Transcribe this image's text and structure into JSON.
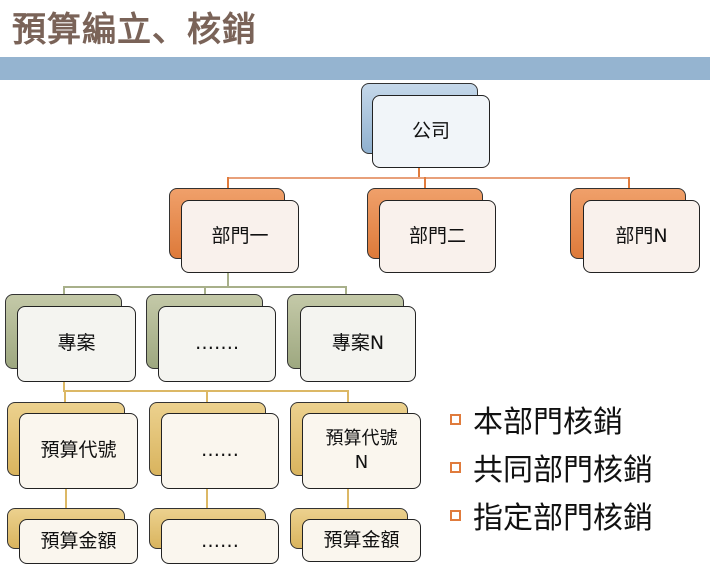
{
  "title": "預算編立、核銷",
  "org_chart": {
    "root": "公司",
    "departments": [
      "部門一",
      "部門二",
      "部門N"
    ],
    "projects": [
      "專案",
      "…….",
      "專案N"
    ],
    "budget_codes": [
      "預算代號",
      "……",
      "預算代號\nN"
    ],
    "budget_amounts": [
      "預算金額",
      "……",
      "預算金額"
    ]
  },
  "bullets": [
    "本部門核銷",
    "共同部門核銷",
    "指定部門核銷"
  ],
  "colors": {
    "band": "#95b4d0",
    "orange": "#e07b3c",
    "green": "#a8b08a",
    "gold": "#dcb865",
    "title": "#7a6358"
  }
}
